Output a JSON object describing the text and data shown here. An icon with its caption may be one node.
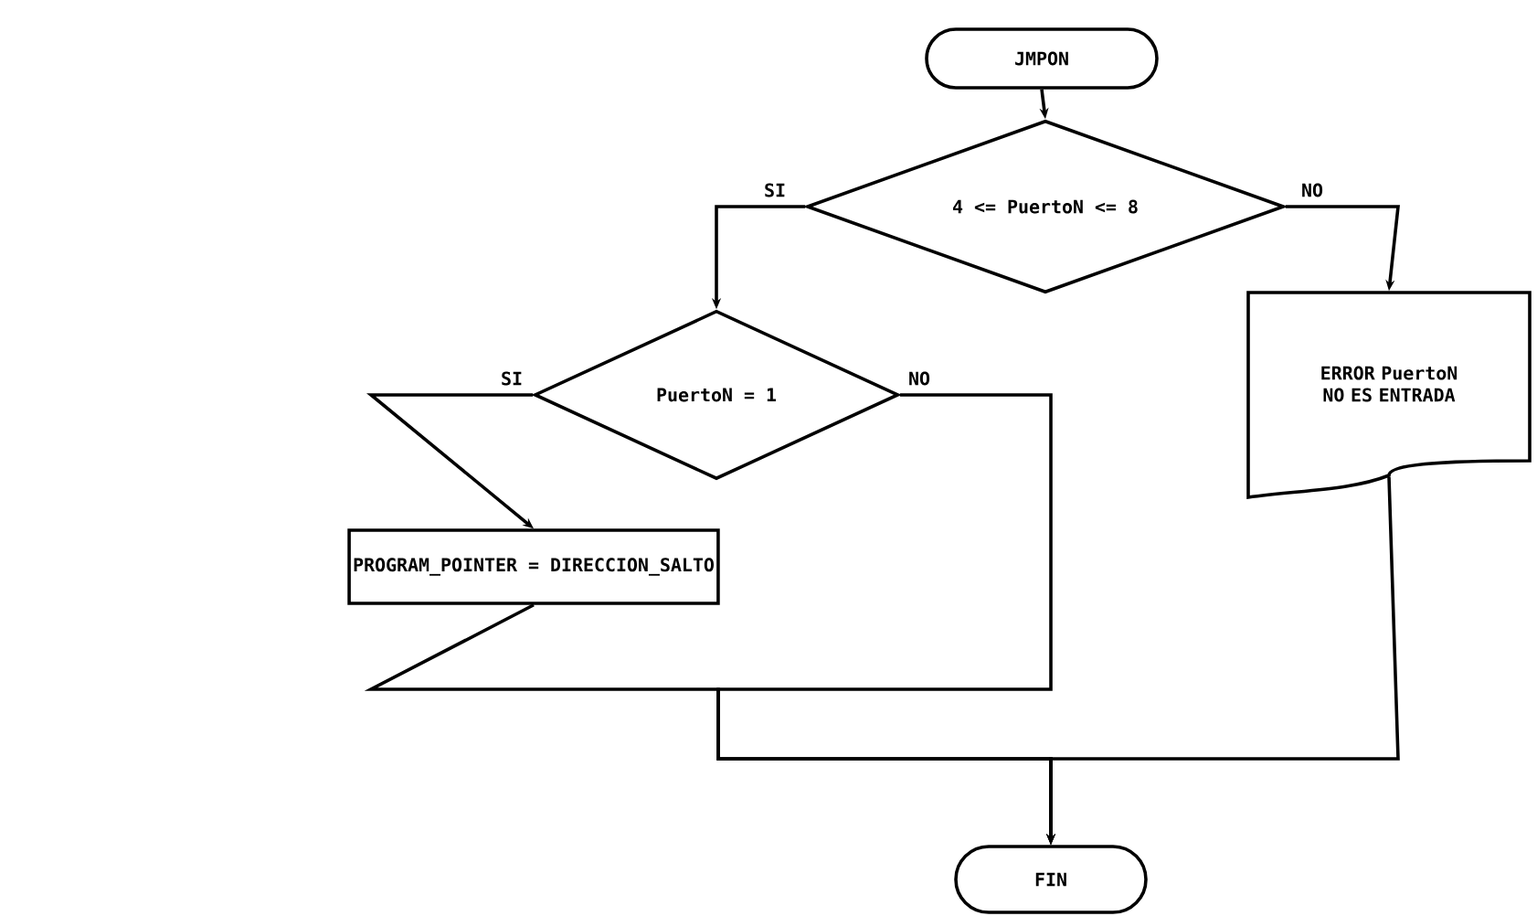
{
  "diagram": {
    "nodes": [
      {
        "text": [
          "JMPON"
        ]
      },
      {
        "text": [
          "4 <= PuertoN <= 8"
        ]
      },
      {
        "text": [
          "PuertoN = 1"
        ]
      },
      {
        "text": [
          "PROGRAM_POINTER = DIRECCION_SALTO"
        ]
      },
      {
        "text": [
          "ERROR PuertoN NO ES ENTRADA"
        ]
      },
      {
        "text": [
          "FIN"
        ]
      }
    ],
    "edges": [
      {
        "from": 0,
        "to": 1,
        "arrow": "to"
      },
      {
        "from": 1,
        "to": 2,
        "arrow": "to",
        "label": "SI"
      },
      {
        "from": 1,
        "to": 4,
        "arrow": "to",
        "label": "NO"
      },
      {
        "from": 2,
        "to": 3,
        "arrow": "to",
        "label": "SI"
      },
      {
        "from": 2,
        "to": 5,
        "arrow": "to",
        "label": "NO"
      },
      {
        "from": 3,
        "to": 5,
        "arrow": "to"
      },
      {
        "from": 4,
        "to": 5,
        "arrow": "to"
      }
    ]
  }
}
